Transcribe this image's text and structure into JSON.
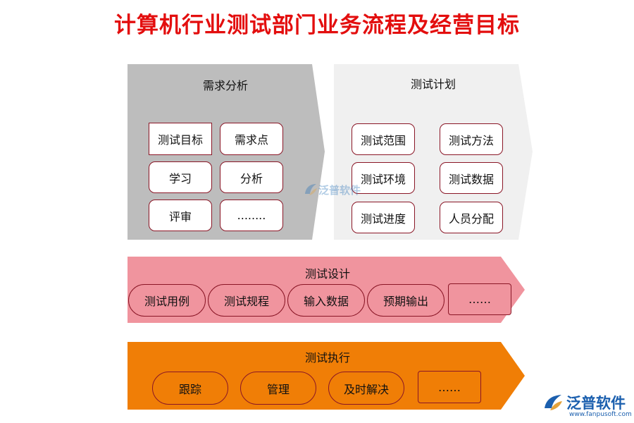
{
  "title": "计算机行业测试部门业务流程及经营目标",
  "sections": {
    "requirements": {
      "title": "需求分析",
      "items": [
        "测试目标",
        "需求点",
        "学习",
        "分析",
        "评审",
        "........"
      ]
    },
    "plan": {
      "title": "测试计划",
      "items": [
        "测试范围",
        "测试方法",
        "测试环境",
        "测试数据",
        "测试进度",
        "人员分配"
      ]
    },
    "design": {
      "title": "测试设计",
      "items": [
        "测试用例",
        "测试规程",
        "输入数据",
        "预期输出",
        "……"
      ]
    },
    "execution": {
      "title": "测试执行",
      "items": [
        "跟踪",
        "管理",
        "及时解决",
        "……"
      ]
    }
  },
  "watermark": "泛普软件",
  "logo": {
    "text": "泛普软件",
    "url": "www.fanpusoft.com"
  },
  "colors": {
    "title": "#e30e0e",
    "requirements_bg": "#bdbdbd",
    "plan_bg": "#f0f0f0",
    "design_bg": "#f0949e",
    "execution_bg": "#f07e06",
    "box_border": "#8a1626"
  }
}
